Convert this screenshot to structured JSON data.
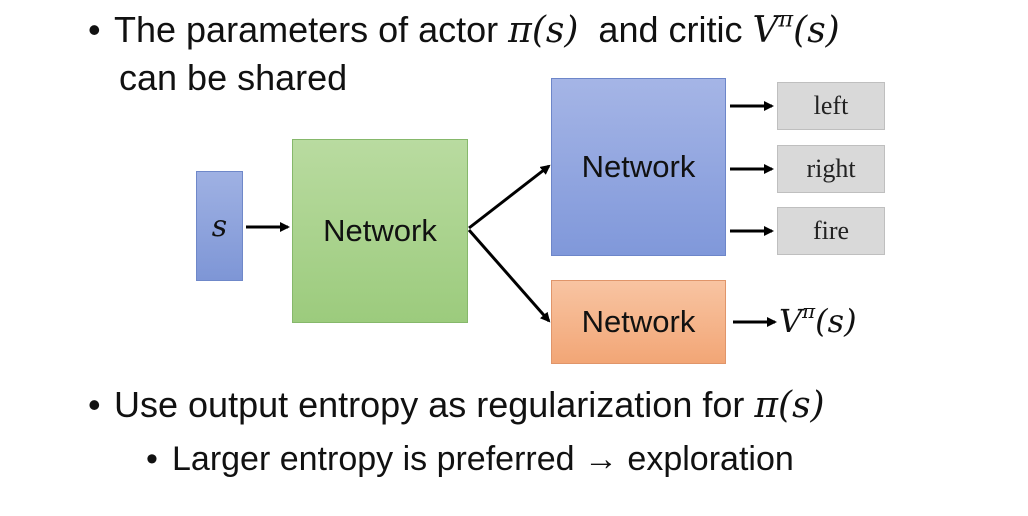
{
  "bullets": {
    "b1": {
      "text_a": "The parameters of actor ",
      "pi_symbol": "π",
      "s_arg": "(s)",
      "text_b": "  and critic ",
      "v_symbol": "V",
      "v_superscript": "π",
      "line2": "can be shared"
    },
    "b2": {
      "text": "Use output entropy as regularization for ",
      "pi_symbol": "π",
      "s_arg": "(s)"
    },
    "b3": {
      "text": "Larger entropy is preferred → exploration"
    },
    "marker": "•"
  },
  "diagram": {
    "input_label": "s",
    "shared_network_label": "Network",
    "actor_network_label": "Network",
    "critic_network_label": "Network",
    "actions": [
      "left",
      "right",
      "fire"
    ],
    "critic_output": {
      "symbol": "V",
      "superscript": "π",
      "argument": "(s)"
    },
    "colors": {
      "input_box": "#8ea3dc",
      "shared_network": "#a9d18e",
      "actor_network": "#8fa3dd",
      "critic_network": "#f4b183",
      "action_box": "#d9d9d9"
    }
  }
}
